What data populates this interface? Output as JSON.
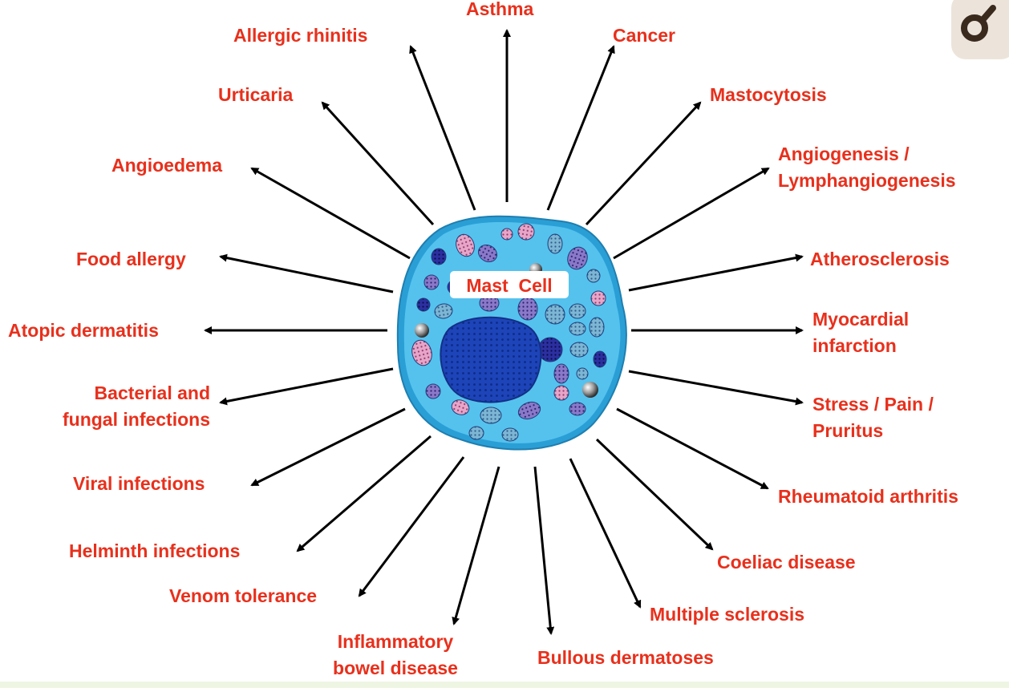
{
  "cell_label": "Mast  Cell",
  "icon": "magnifier-icon",
  "colors": {
    "label": "#e8301c",
    "cell_membrane": "#2a9fd6",
    "cell_body": "#55c2ee",
    "nucleus": "#1d44b8",
    "arrow": "#000000"
  },
  "conditions": {
    "asthma": "Asthma",
    "allergic_rhinitis": "Allergic rhinitis",
    "cancer": "Cancer",
    "urticaria": "Urticaria",
    "mastocytosis": "Mastocytosis",
    "angioedema": "Angioedema",
    "angiogenesis": [
      "Angiogenesis /",
      "Lymphangiogenesis"
    ],
    "food_allergy": "Food allergy",
    "atherosclerosis": "Atherosclerosis",
    "atopic_dermatitis": "Atopic dermatitis",
    "myocardial_infarction": [
      "Myocardial",
      "infarction"
    ],
    "bacterial_fungal": [
      "Bacterial and",
      "fungal infections"
    ],
    "stress_pain": [
      "Stress / Pain /",
      "Pruritus"
    ],
    "viral_infections": "Viral infections",
    "rheumatoid_arthritis": "Rheumatoid arthritis",
    "helminth_infections": "Helminth infections",
    "coeliac_disease": "Coeliac disease",
    "venom_tolerance": "Venom tolerance",
    "multiple_sclerosis": "Multiple sclerosis",
    "ibd": [
      "Inflammatory",
      "bowel disease"
    ],
    "bullous_dermatoses": "Bullous dermatoses"
  }
}
